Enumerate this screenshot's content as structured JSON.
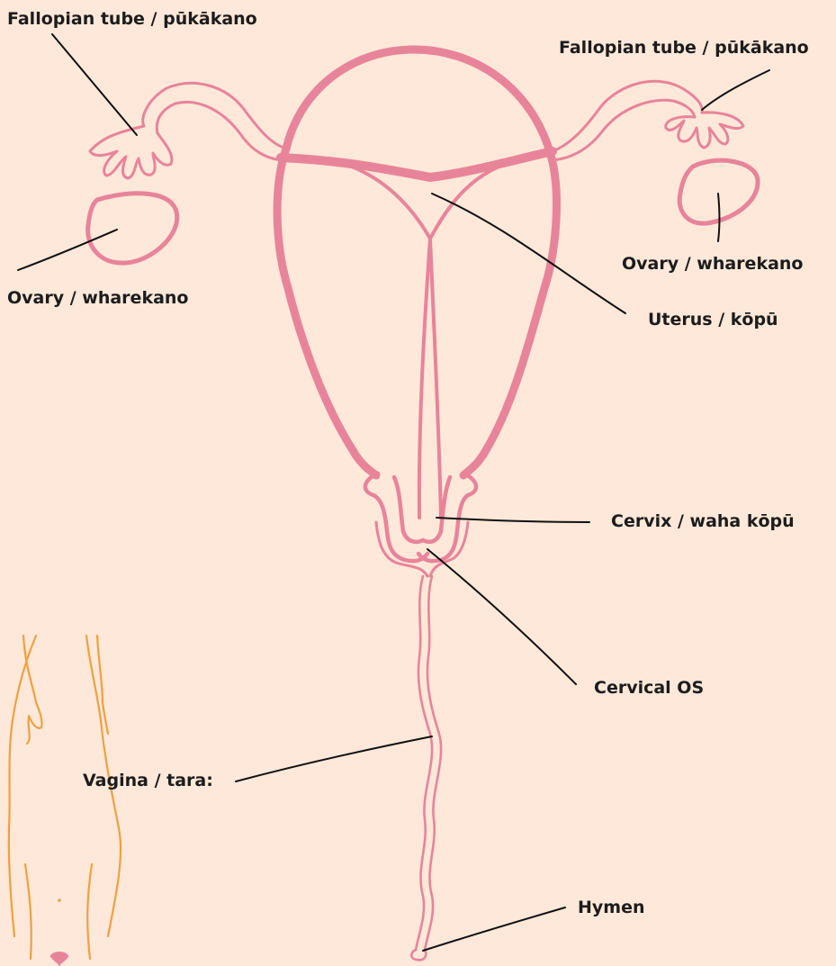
{
  "diagram": {
    "labels": {
      "fallopian_tube_left": "Fallopian tube / pūkākano",
      "fallopian_tube_right": "Fallopian tube / pūkākano",
      "ovary_left": "Ovary / wharekano",
      "ovary_right": "Ovary / wharekano",
      "uterus": "Uterus / kōpū",
      "cervix": "Cervix / waha kōpū",
      "cervical_os": "Cervical OS",
      "vagina": "Vagina / tara:",
      "hymen": "Hymen"
    },
    "colors": {
      "background": "#fde8d9",
      "organ": "#e8849a",
      "body_outline": "#f0a040",
      "leader": "#111111"
    }
  }
}
